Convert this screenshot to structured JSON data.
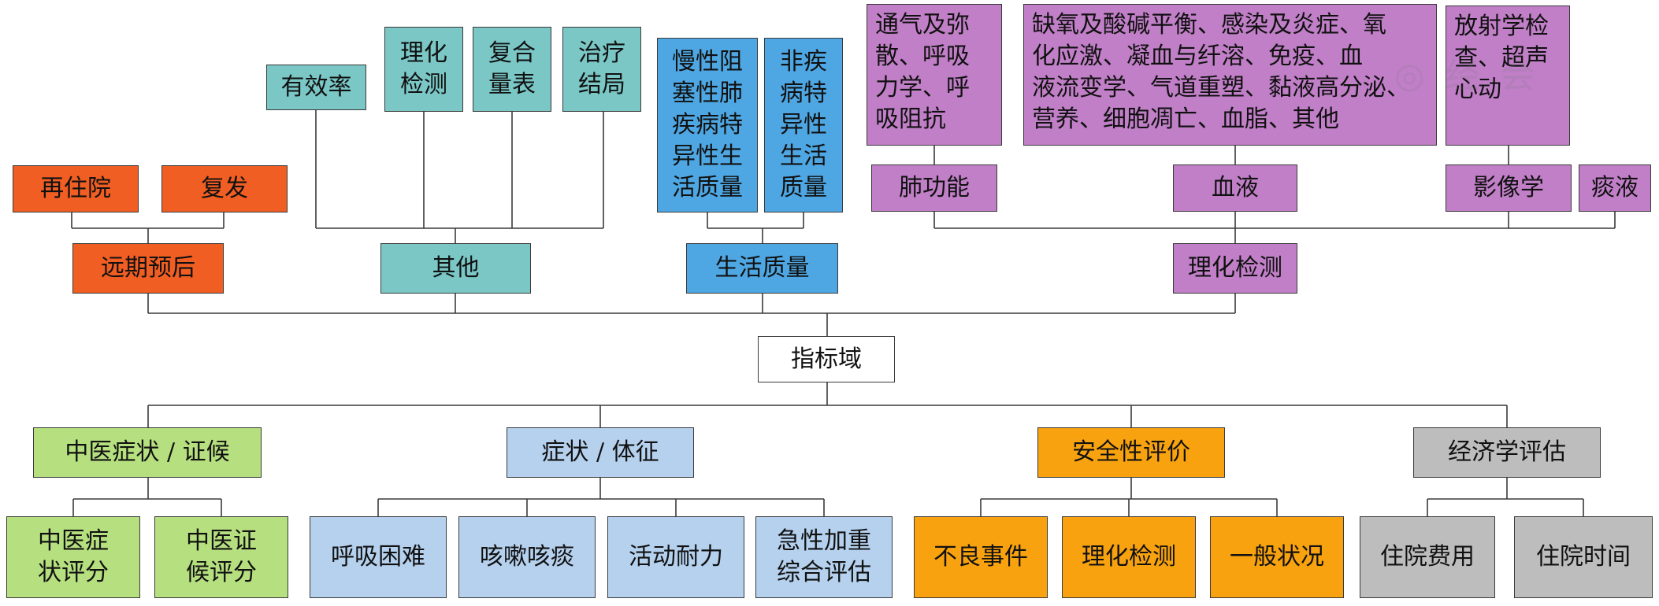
{
  "colors": {
    "orange": "#f15e23",
    "teal": "#7ac7c6",
    "blue": "#4ea7e3",
    "purple": "#c07fc7",
    "green": "#b6e07f",
    "light_blue": "#b5d1ee",
    "amber": "#f8a20f",
    "gray": "#bdbdbd",
    "line": "#3a3a3a"
  },
  "root": {
    "label": "指标域"
  },
  "top_branches": {
    "long_term_prognosis": {
      "label": "远期预后",
      "children": [
        "再住院",
        "复发"
      ]
    },
    "other": {
      "label": "其他",
      "children": [
        "有效率",
        "理化\n检测",
        "复合\n量表",
        "治疗\n结局"
      ]
    },
    "quality_of_life": {
      "label": "生活质量",
      "children": [
        "慢性阻\n塞性肺\n疾病特\n异性生\n活质量",
        "非疾\n病特\n异性\n生活\n质量"
      ]
    },
    "lab_tests": {
      "label": "理化检测",
      "children": {
        "lung_function": {
          "label": "肺功能",
          "detail": "通气及弥\n散、呼吸\n力学、呼\n吸阻抗"
        },
        "blood": {
          "label": "血液",
          "detail": "缺氧及酸碱平衡、感染及炎症、氧\n化应激、凝血与纤溶、免疫、血\n液流变学、气道重塑、黏液高分泌、\n营养、细胞凋亡、血脂、其他"
        },
        "imaging": {
          "label": "影像学",
          "detail": "放射学检\n查、超声\n心动"
        },
        "sputum": {
          "label": "痰液"
        }
      }
    }
  },
  "bottom_branches": {
    "tcm": {
      "label": "中医症状 / 证候",
      "children": [
        "中医症\n状评分",
        "中医证\n候评分"
      ]
    },
    "symptoms": {
      "label": "症状 / 体征",
      "children": [
        "呼吸困难",
        "咳嗽咳痰",
        "活动耐力",
        "急性加重\n综合评估"
      ]
    },
    "safety": {
      "label": "安全性评价",
      "children": [
        "不良事件",
        "理化检测",
        "一般状况"
      ]
    },
    "economics": {
      "label": "经济学评估",
      "children": [
        "住院费用",
        "住院时间"
      ]
    }
  }
}
